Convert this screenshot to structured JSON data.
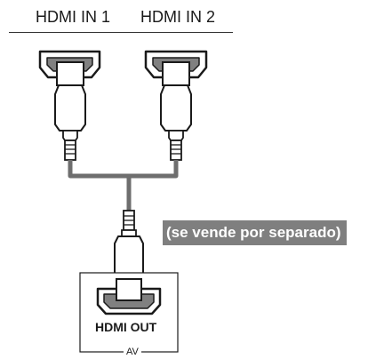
{
  "ports": {
    "in1_label": "HDMI IN 1",
    "in2_label": "HDMI IN 2"
  },
  "cable_note": "(se vende por separado)",
  "source": {
    "out_label": "HDMI OUT",
    "device_label": "AV"
  },
  "colors": {
    "connector_fill": "#808080",
    "cable_stroke": "#6e6e6e",
    "note_background": "#7f7f7f",
    "line": "#1a1a1a"
  },
  "icons": {
    "port": "hdmi-port-icon",
    "plug": "hdmi-plug-icon",
    "cable": "y-splitter-cable"
  }
}
